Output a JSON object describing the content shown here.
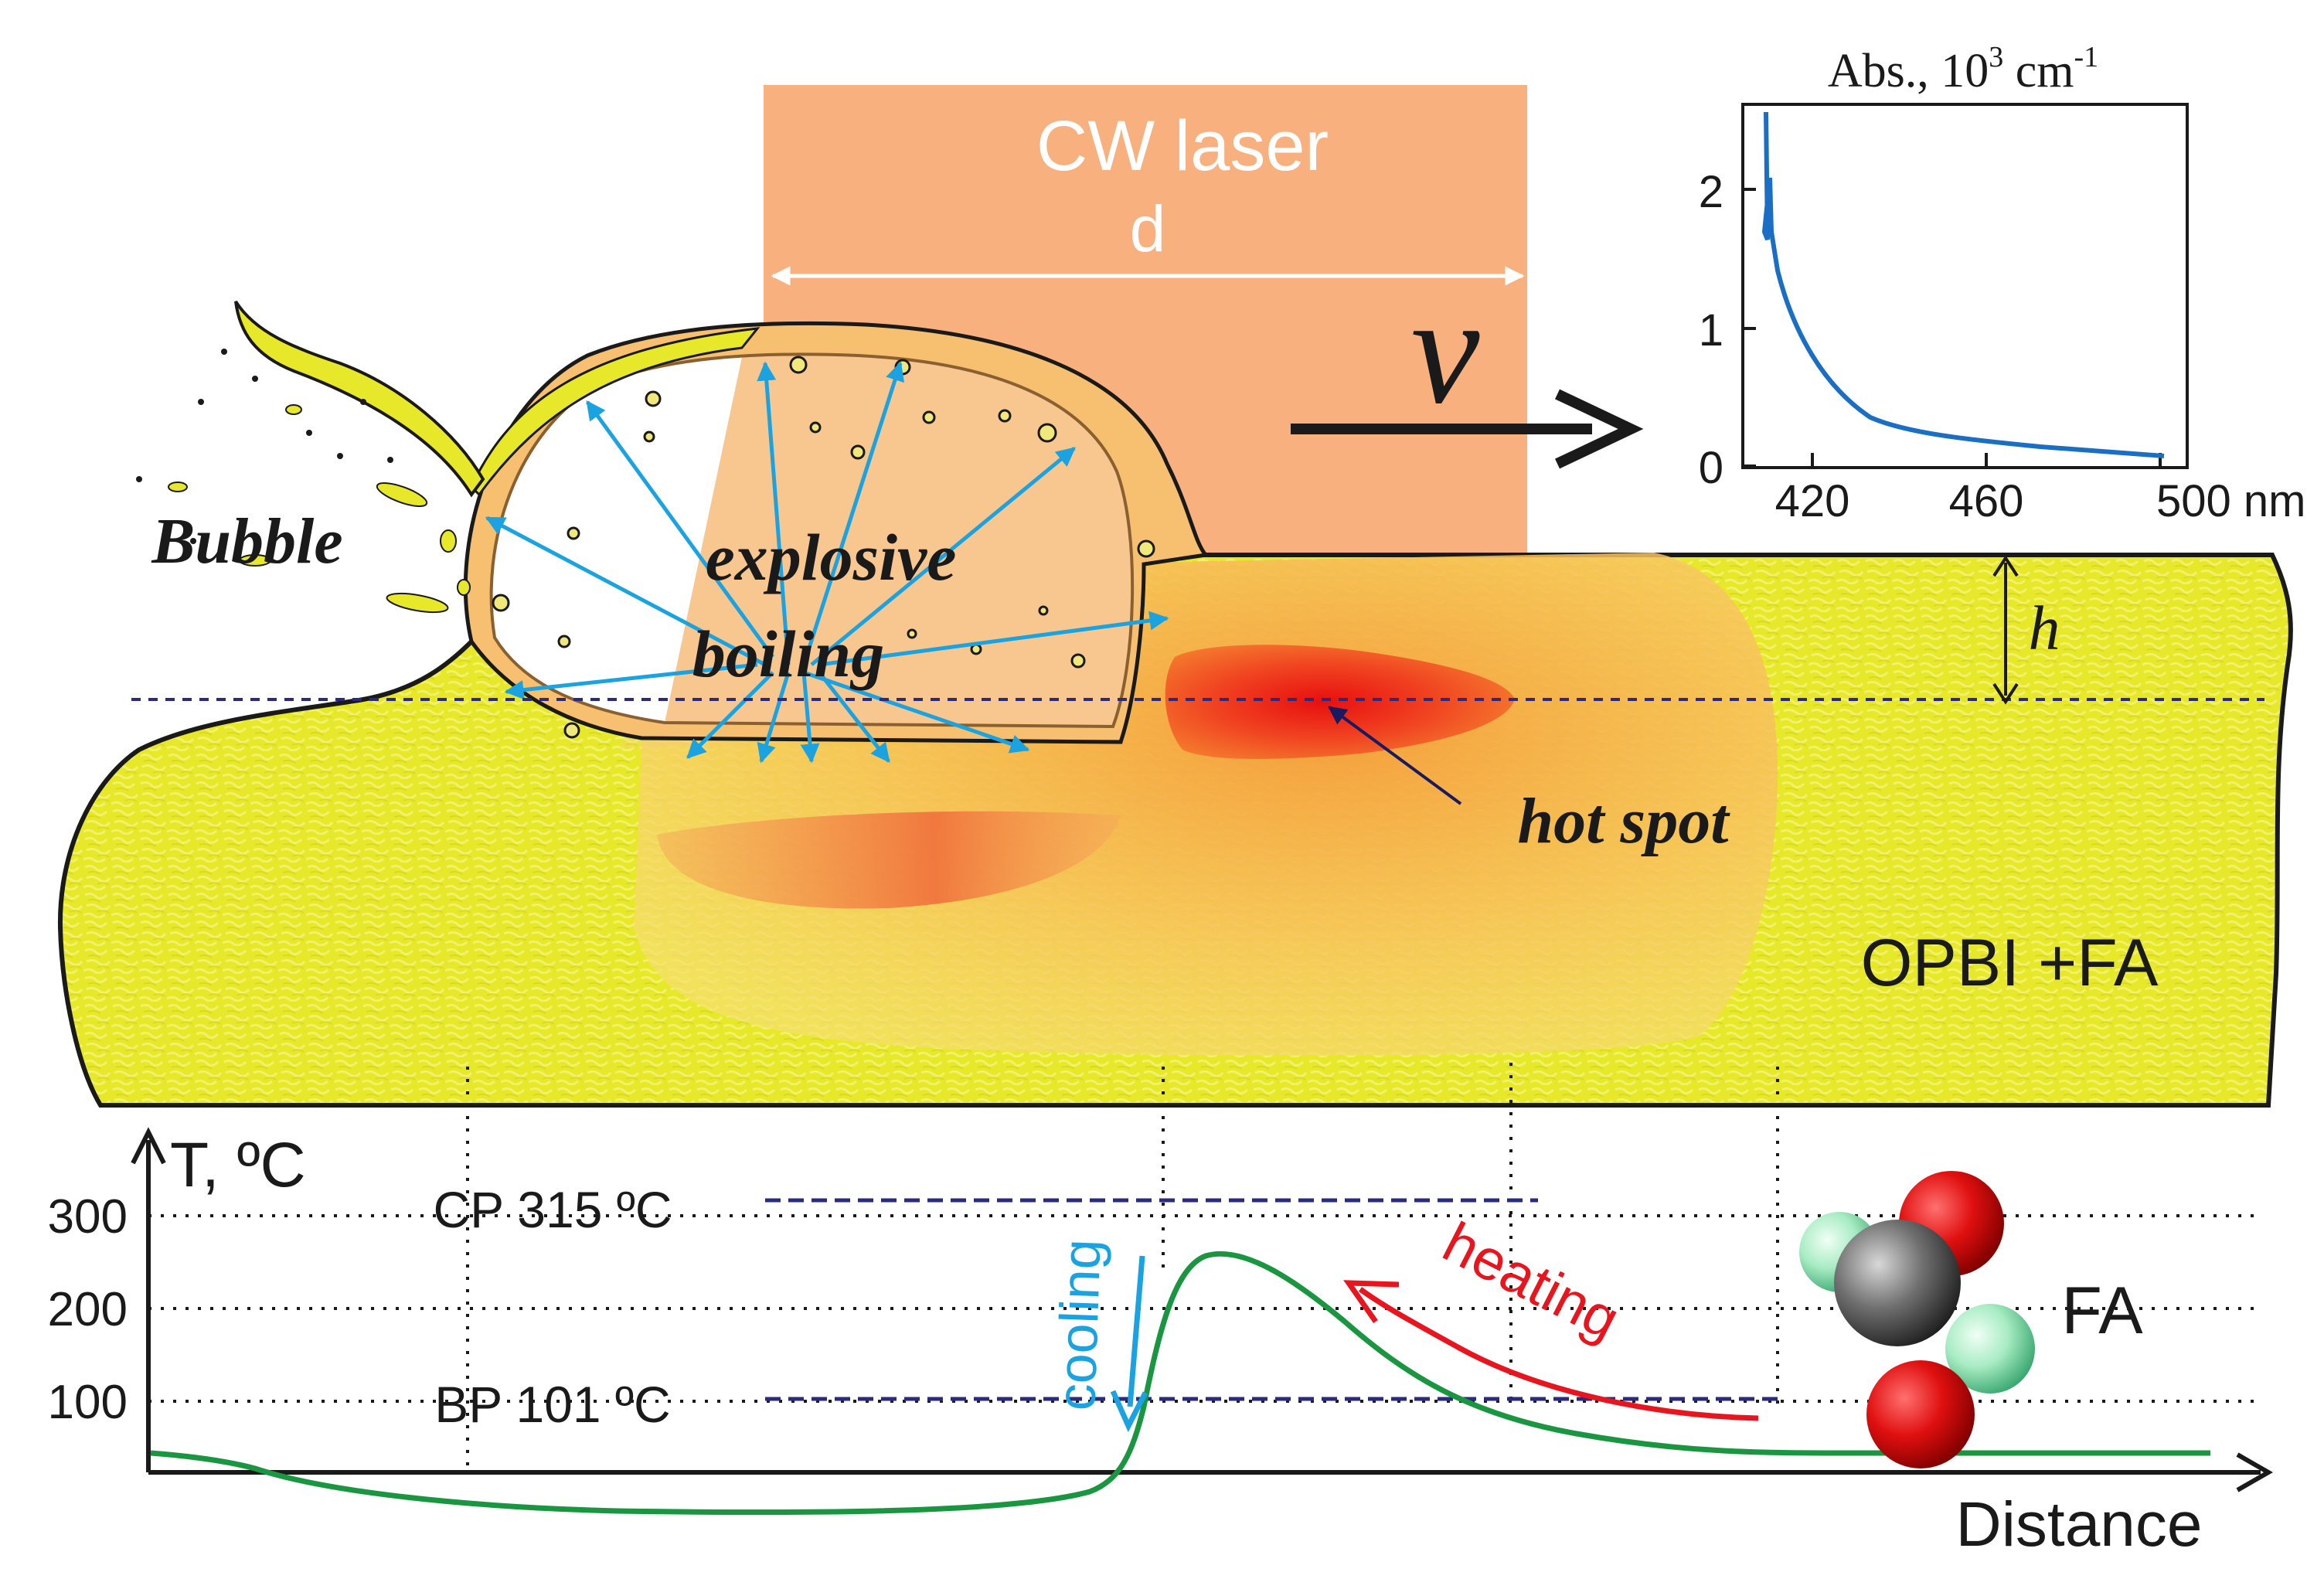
{
  "labels": {
    "laser": "CW laser",
    "d": "d",
    "v": "v",
    "bubble": "Bubble",
    "explosive": "explosive",
    "boiling": "boiling",
    "h": "h",
    "hot_spot": "hot spot",
    "material": "OPBI +FA",
    "molecule": "FA"
  },
  "temperature_plot": {
    "y_label": "T, ºC",
    "x_label": "Distance",
    "y_ticks": [
      "300",
      "200",
      "100"
    ],
    "cp_label": "CP 315 ºC",
    "bp_label": "BP 101 ºC",
    "cooling_label": "cooling",
    "heating_label": "heating"
  },
  "inset": {
    "title_prefix": "Abs., 10",
    "title_exp": "3",
    "title_unit": " cm",
    "title_unit_exp": "-1",
    "y_ticks": [
      "2",
      "1",
      "0"
    ],
    "x_ticks": [
      "420",
      "460",
      "500 nm"
    ]
  },
  "colors": {
    "laser_fill": "#f9b07f",
    "film_fill": "#e6e629",
    "arrow_blue": "#1aa3e0",
    "curve_green": "#1a9641",
    "heating_red": "#e8141e",
    "dash_navy": "#2a2a80"
  }
}
